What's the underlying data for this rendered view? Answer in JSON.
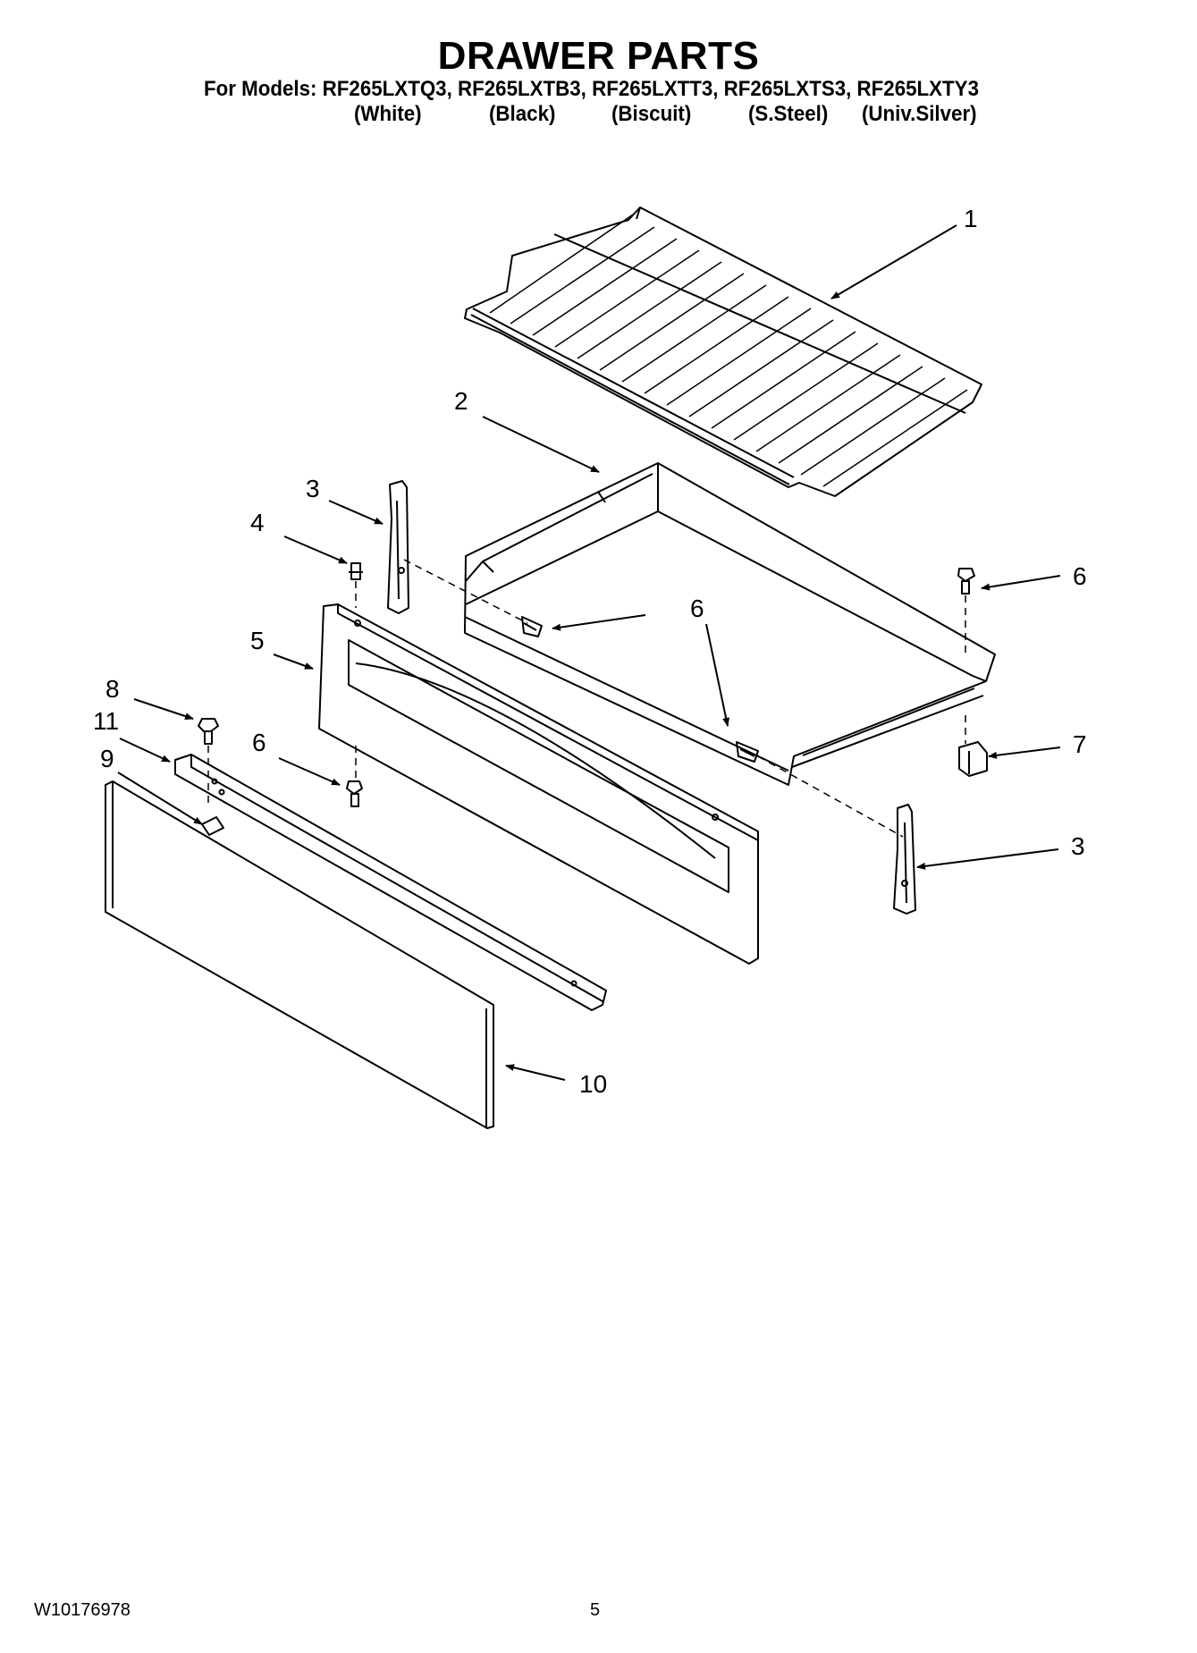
{
  "header": {
    "title": "DRAWER PARTS",
    "models_line": "For Models: RF265LXTQ3, RF265LXTB3, RF265LXTT3, RF265LXTS3, RF265LXTY3",
    "colors": [
      "(White)",
      "(Black)",
      "(Biscuit)",
      "(S.Steel)",
      "(Univ.Silver)"
    ]
  },
  "callouts": {
    "c1": "1",
    "c2": "2",
    "c3a": "3",
    "c3b": "3",
    "c4": "4",
    "c5": "5",
    "c6a": "6",
    "c6b": "6",
    "c6c": "6",
    "c7": "7",
    "c8": "8",
    "c9": "9",
    "c10": "10",
    "c11": "11"
  },
  "footer": {
    "document_id": "W10176978",
    "page_number": "5"
  }
}
